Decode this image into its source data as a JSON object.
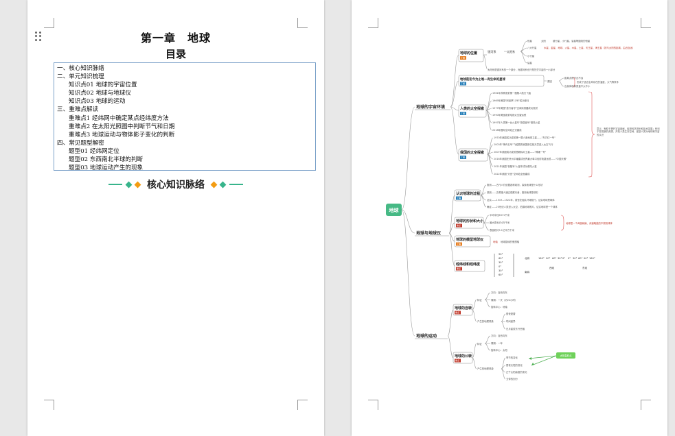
{
  "colors": {
    "root": "#46b985",
    "tag_orange": "#e67e22",
    "tag_red": "#c0392b",
    "tag_blue": "#2980b9",
    "banner_green": "#38b48b",
    "banner_orange": "#f39c12",
    "toc_border": "#7aa0c8",
    "callout_green": "#6fd15a"
  },
  "left_page": {
    "chapter_title": "第一章　地球",
    "toc_title": "目录",
    "toc": [
      {
        "text": "一、核心知识脉络",
        "level": 1
      },
      {
        "text": "二、单元知识梳理",
        "level": 1
      },
      {
        "text": "知识点01 地球的宇宙位置",
        "level": 2
      },
      {
        "text": "知识点02 地球与地球仪",
        "level": 2
      },
      {
        "text": "知识点03 地球的运动",
        "level": 2
      },
      {
        "text": "三、重难点解读",
        "level": 1
      },
      {
        "text": "重难点1 经纬网中确定某点经纬度方法",
        "level": 2
      },
      {
        "text": "重难点2 在太阳光照图中判断节气和日期",
        "level": 2
      },
      {
        "text": "重难点3 地球运动与物体影子变化的判断",
        "level": 2
      },
      {
        "text": "四、常见题型解密",
        "level": 1
      },
      {
        "text": "题型01 经纬网定位",
        "level": 2
      },
      {
        "text": "题型02 东西南北半球的判断",
        "level": 2
      },
      {
        "text": "题型03 地球运动产生的现象",
        "level": 2
      }
    ],
    "section_heading": "核心知识脉络"
  },
  "mindmap": {
    "root": "地球",
    "branches": [
      {
        "label": "地球的宇宙环境"
      },
      {
        "label": "地球与地球仪"
      },
      {
        "label": "地球的运动"
      }
    ],
    "universe": {
      "position": "地球的位置",
      "position_tag": "了解",
      "system": "银河系",
      "solar": "太阳系",
      "star": "恒星",
      "sun": "太阳",
      "sun_note": "被行星、小行星、彗星等围绕的恒星",
      "planets_label": "八大行星",
      "planets": "水星、金星、地球、火星、木星、土星、天王星、海王星（按与太阳的距离，由近及远）",
      "asteroids": "小行星",
      "comets": "彗星",
      "solar_note": "太阳系是银河系的一个部分，而银河系也只是茫茫宇宙的一小部分",
      "life_title": "地球是迄今为止唯一有生命的星球",
      "life_tag": "了解",
      "life_reason": "原因",
      "life_r1": "距离太阳不近不远",
      "life_r2": "自身体积和质量不大不小",
      "life_r_note": "形成了适合生命存在的温度、大气等条件",
      "explore_title": "人类的太空探索",
      "explore_tag": "了解",
      "explore": [
        "1961年苏联发射第一艘载人航天飞船",
        "1969年美国\"阿波罗11号\"成功登月",
        "1977年美国\"旅行者号\"空间探测器成功发射",
        "1990年美国发射哈勃太空望远镜",
        "1997年人类第一台火星车\"旅居者号\"登陆火星",
        "2018年国际空间站正式建成"
      ],
      "china_title": "我国的太空探索",
      "china_tag": "了解",
      "china": [
        "1970年我国成功发射第一颗人造地球卫星——\"东方红一号\"",
        "2003年\"神舟五号\"飞船载着我国首位航天员进入太空飞行",
        "2007年我国成功发射首颗探月卫星——\"嫦娥一号\"",
        "2016年我国在贵州平塘建成世界最大单口径射电望远镜——\"中国天眼\"",
        "2021年我国\"祝融号\"火星车成功着陆火星",
        "2022年我国\"天宫\"空间站全面建成"
      ],
      "space_note": "意义：有助于揭开宇宙奥秘，促进科学进步和技术发展；有利于发现新的资源、开拓人类生存空间，促进人类对地球和宇宙的认识"
    },
    "globe": {
      "process_title": "认识地球的过程",
      "process_tag": "了解",
      "process": [
        "推测——古代人们依据各种观测，探索地球是什么形状",
        "观测——古希腊人通过观察月食，推测地球是球形",
        "证实——1519—1522年，麦哲伦船队环球航行，证实地球是球体",
        "确证——20世纪人类进入太空，拍摄地球照片，证实地球是一个球体"
      ],
      "shape_title": "地球的形状和大小",
      "shape_tag": "重点",
      "shape": [
        "平均半径6371千米",
        "最大周长约4万千米",
        "表面积约5.1亿平方千米"
      ],
      "shape_note": "地球是一个两极稍扁、赤道略鼓的不规则球体",
      "model_title": "地球的模型地球仪",
      "model_tag": "了解",
      "model_label": "地轴",
      "model_note": "地球旋转的假想轴",
      "grid_title": "经纬线和经纬度",
      "grid_tag": "重点",
      "lat_vals": [
        "90°",
        "60°",
        "30°",
        "0°",
        "30°",
        "60°",
        "90°"
      ],
      "lon_vals_west": [
        "180°",
        "90°",
        "60°",
        "30°",
        "0°"
      ],
      "lon_vals_east": [
        "0°",
        "30°",
        "60°",
        "90°",
        "180°"
      ],
      "north_label": "北纬",
      "south_label": "南纬",
      "west_label": "西经",
      "east_label": "东经"
    },
    "motion": {
      "rotation_title": "地球的自转",
      "rotation_tag": "重点",
      "features": "特征",
      "direction": "方向：自西向东",
      "rot_period": "周期：一天（约24小时）",
      "rot_center": "旋转中心：地轴",
      "phenomena": "产生的地理现象",
      "rot_effects": [
        "昼夜更替",
        "时间差异",
        "日月星辰东升西落"
      ],
      "revolution_title": "地球的公转",
      "revolution_tag": "重点",
      "rev_direction": "方向：自西向东",
      "rev_period": "周期：一年",
      "rev_center": "旋转中心：太阳",
      "rev_effects": [
        "季节的变化",
        "昼夜长短的变化",
        "正午太阳高度的变化",
        "五带的划分"
      ],
      "callout": "太阳直射点"
    }
  }
}
